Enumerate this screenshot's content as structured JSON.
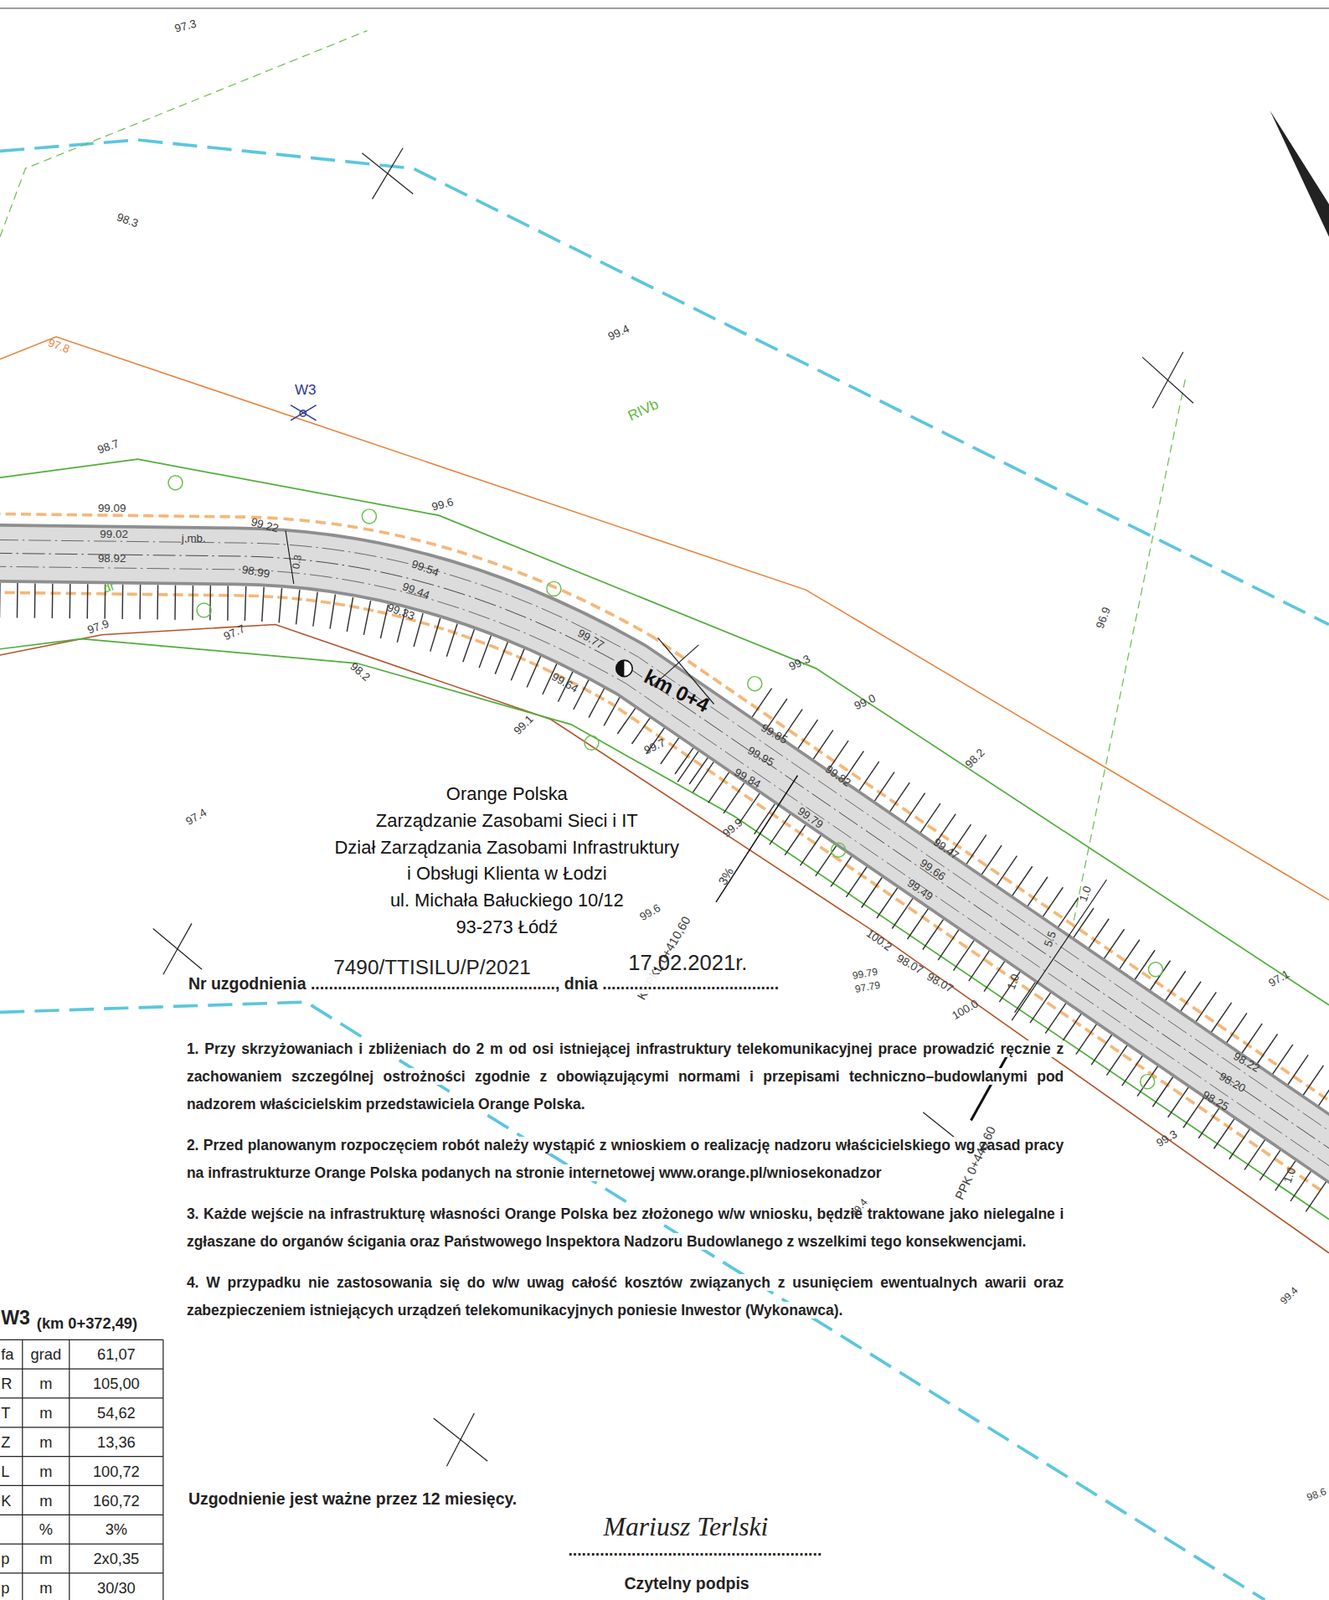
{
  "diagram": {
    "labels": [
      "97.3",
      "98.3",
      "99.4",
      "97.8",
      "W3",
      "RIVb",
      "98.7",
      "99.09",
      "99.22",
      "99.6",
      "99.02",
      "j.mb.",
      "98.92",
      "98.99",
      "0.3",
      "99.54",
      "99.44",
      "99.33",
      "dr",
      "97.9",
      "97.7",
      "98.2",
      "99.77",
      "99.64",
      "km 0+4",
      "99.3",
      "99.0",
      "99.85",
      "99.95",
      "99.82",
      "99.84",
      "99.1",
      "99.7",
      "98.2",
      "99.79",
      "96.9",
      "97.4",
      "99.47",
      "99.66",
      "99.49",
      "99.9",
      "3%",
      "KPPKL 0+410,60",
      "99.6",
      "1.0",
      "5.5",
      "1.0",
      "100.2",
      "98.07",
      "98.07",
      "99.79",
      "97.79",
      "100.0",
      "97.1",
      "98.22",
      "98.20",
      "98.25",
      "99.3",
      "PPK 0+446,60",
      "1.0",
      "99.4",
      "99.4",
      "98.6",
      "Orange Polska",
      "Zarządzanie Zasobami Sieci i IT",
      "Dział Zarządzania Zasobami Infrastruktury",
      "i Obsługi Klienta w Łodzi",
      "ul. Michała Bałuckiego 10/12",
      "93-273 Łódź",
      "Nr uzgodnienia ......................................................, dnia .......................................",
      "7490/TTISILU/P/2021",
      "17.02.2021r.",
      "1. Przy skrzyżowaniach i zbliżeniach do 2 m od osi istniejącej infrastruktury telekomunikacyjnej prace prowadzić ręcznie z zachowaniem szczególnej ostrożności zgodnie z obowiązującymi normami i przepisami techniczno–budowlanymi pod nadzorem właścicielskim przedstawiciela Orange Polska.",
      "2. Przed planowanym rozpoczęciem robót należy wystąpić z wnioskiem o realizację nadzoru właścicielskiego wg zasad pracy na infrastrukturze Orange Polska podanych na stronie internetowej www.orange.pl/wniosekonadzor",
      "3. Każde wejście na infrastrukturę własności Orange Polska bez złożonego w/w wniosku, będzie traktowane jako nielegalne i zgłaszane do organów ścigania oraz Państwowego Inspektora Nadzoru Budowlanego z wszelkimi tego konsekwencjami.",
      "4. W przypadku nie zastosowania się do w/w uwag całość kosztów związanych z usunięciem ewentualnych awarii oraz zabezpieczeniem istniejących urządzeń telekomunikacyjnych poniesie Inwestor (Wykonawca).",
      "Uzgodnienie jest ważne przez 12 miesięcy.",
      "Mariusz Terlski",
      "........................................................",
      "Czytelny podpis",
      "W3",
      "(km 0+372,49)",
      "fa",
      "grad",
      "61,07",
      "R",
      "m",
      "105,00",
      "T",
      "m",
      "54,62",
      "Z",
      "m",
      "13,36",
      "L",
      "m",
      "100,72",
      "K",
      "m",
      "160,72",
      "%",
      "3%",
      "p",
      "m",
      "2x0,35",
      "p",
      "m",
      "30/30"
    ]
  }
}
